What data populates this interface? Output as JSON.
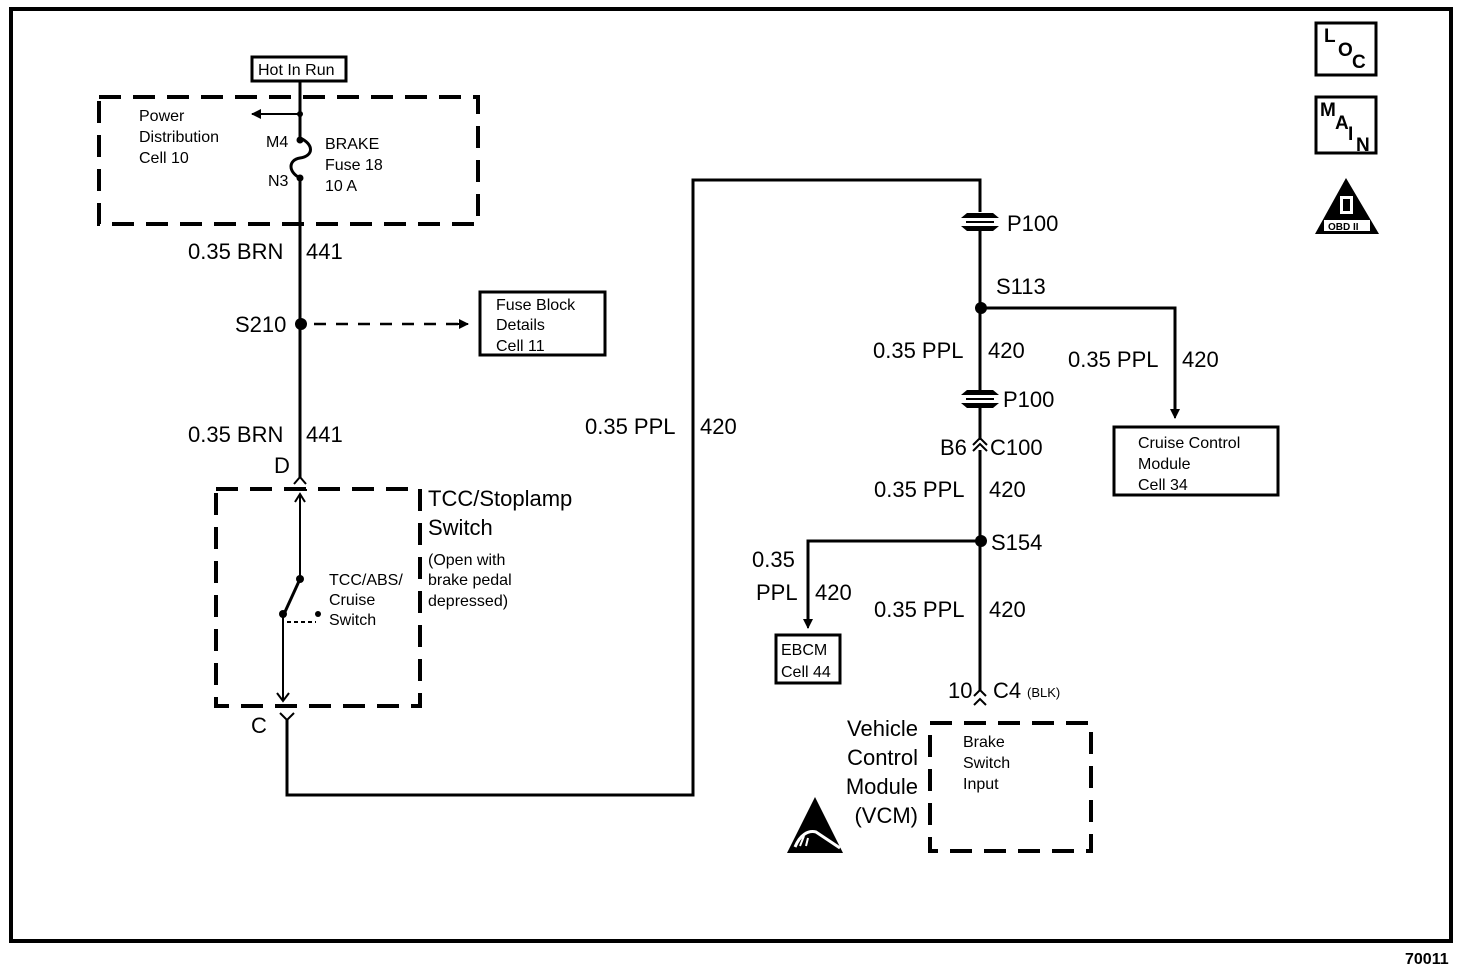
{
  "diagram": {
    "figure_number": "70011",
    "corner_symbols": {
      "loc": [
        "L",
        "O",
        "C"
      ],
      "main": [
        "M",
        "A",
        "I",
        "N"
      ],
      "obd": {
        "numeral": "II",
        "label": "OBD II"
      }
    },
    "power_source": {
      "label": "Hot In Run",
      "distribution_box": [
        "Power",
        "Distribution",
        "Cell 10"
      ],
      "fuse": {
        "lines": [
          "BRAKE",
          "Fuse 18",
          "10 A"
        ],
        "pin_in": "M4",
        "pin_out": "N3"
      }
    },
    "wires": {
      "brn_upper": {
        "size_color": "0.35 BRN",
        "circuit": "441"
      },
      "brn_lower": {
        "size_color": "0.35 BRN",
        "circuit": "441"
      },
      "ppl_long": {
        "size_color": "0.35 PPL",
        "circuit": "420"
      },
      "ppl_s113_down": {
        "size_color": "0.35 PPL",
        "circuit": "420"
      },
      "ppl_cruise": {
        "size_color": "0.35 PPL",
        "circuit": "420"
      },
      "ppl_c100_down": {
        "size_color": "0.35 PPL",
        "circuit": "420"
      },
      "ppl_ebcm": {
        "size": "0.35",
        "color": "PPL",
        "circuit": "420"
      },
      "ppl_vcm": {
        "size_color": "0.35 PPL",
        "circuit": "420"
      }
    },
    "splices": {
      "s210": "S210",
      "s113": "S113",
      "s154": "S154"
    },
    "connectors": {
      "p100_upper": "P100",
      "p100_lower": "P100",
      "c100": {
        "pin": "B6",
        "name": "C100"
      },
      "c4": {
        "pin": "10",
        "name": "C4",
        "color": "(BLK)"
      },
      "switch_in": "D",
      "switch_out": "C"
    },
    "references": {
      "fuse_block": [
        "Fuse Block",
        "Details",
        "Cell 11"
      ],
      "cruise": [
        "Cruise Control",
        "Module",
        "Cell 34"
      ],
      "ebcm": [
        "EBCM",
        "Cell 44"
      ]
    },
    "switch": {
      "title": [
        "TCC/Stoplamp",
        "Switch"
      ],
      "note": [
        "(Open with",
        "brake pedal",
        "depressed)"
      ],
      "inner": [
        "TCC/ABS/",
        "Cruise",
        "Switch"
      ]
    },
    "vcm": {
      "title": [
        "Vehicle",
        "Control",
        "Module",
        "(VCM)"
      ],
      "input": [
        "Brake",
        "Switch",
        "Input"
      ]
    }
  }
}
